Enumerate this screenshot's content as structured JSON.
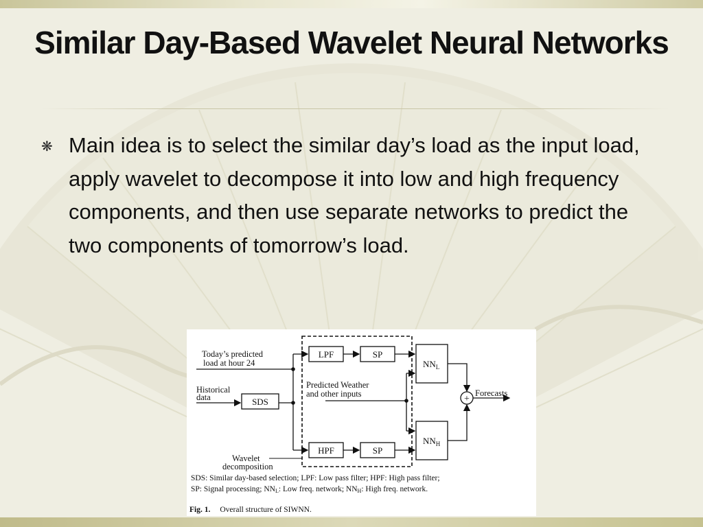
{
  "slide": {
    "title": "Similar Day-Based Wavelet Neural Networks",
    "bullet_symbol": "❋",
    "body": "Main idea is to select the similar day’s load as the input load, apply wavelet to decompose it into low and high frequency components, and then use separate networks to predict the two components of tomorrow’s load."
  },
  "figure": {
    "inputs": {
      "today_line1": "Today’s predicted",
      "today_line2": "load at hour 24",
      "historical_line1": "Historical",
      "historical_line2": "data",
      "weather_line1": "Predicted Weather",
      "weather_line2": "and other inputs"
    },
    "blocks": {
      "lpf": "LPF",
      "sp_top": "SP",
      "sds": "SDS",
      "hpf": "HPF",
      "sp_bottom": "SP",
      "nnl_main": "NN",
      "nnl_sub": "L",
      "nnh_main": "NN",
      "nnh_sub": "H",
      "sum": "+"
    },
    "output": "Forecasts",
    "wavelet_line1": "Wavelet",
    "wavelet_line2": "decomposition",
    "legend_line1": "SDS: Similar day-based selection; LPF: Low pass filter; HPF: High pass filter;",
    "legend_line2_a": "SP: Signal processing; NN",
    "legend_line2_sub1": "L",
    "legend_line2_b": ": Low freq. network; NN",
    "legend_line2_sub2": "H",
    "legend_line2_c": ": High freq. network.",
    "caption_label": "Fig. 1.",
    "caption_text": "Overall structure of SIWNN."
  },
  "colors": {
    "background": "#efeee2",
    "band": "#c9c59a",
    "text": "#111111"
  }
}
